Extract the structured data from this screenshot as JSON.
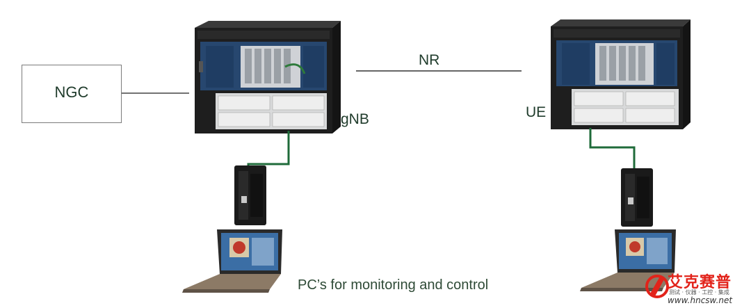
{
  "diagram": {
    "ngc": "NGC",
    "nr": "NR",
    "gnb": "gNB",
    "ue": "UE",
    "caption": "PC’s for monitoring and control"
  },
  "watermark": {
    "brand_cn": "艾克赛普",
    "tagline": "测试 · 仪器 · 工控 · 集成",
    "url": "www.hncsw.net"
  },
  "colors": {
    "cable": "#1f6b3a",
    "rack": "#222222",
    "text": "#1f3b2b"
  }
}
